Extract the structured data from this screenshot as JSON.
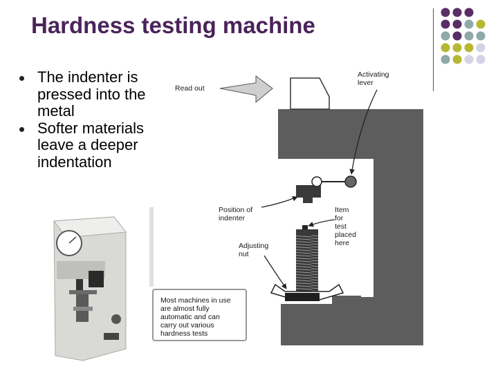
{
  "slide": {
    "title": "Hardness testing machine",
    "bullets": [
      "The indenter is pressed into the metal",
      "Softer materials leave a deeper indentation"
    ]
  },
  "diagram": {
    "labels": {
      "read_out": "Read out",
      "activating_lever": [
        "Activating",
        "lever"
      ],
      "position_of_indenter": [
        "Position of",
        "indenter"
      ],
      "item_for_test": [
        "Item",
        "for",
        "test",
        "placed",
        "here"
      ],
      "adjusting_nut": [
        "Adjusting",
        "nut"
      ]
    },
    "callout": [
      "Most machines in use",
      "are almost fully",
      "automatic and can",
      "carry out various",
      "hardness tests"
    ]
  },
  "colors": {
    "title": "#4a235a",
    "dot_purple": "#5b2d67",
    "dot_teal": "#8fa8a9",
    "dot_olive": "#b8b733",
    "dot_lavender": "#d3d3e3",
    "machine_body": "#5d5d5d"
  }
}
